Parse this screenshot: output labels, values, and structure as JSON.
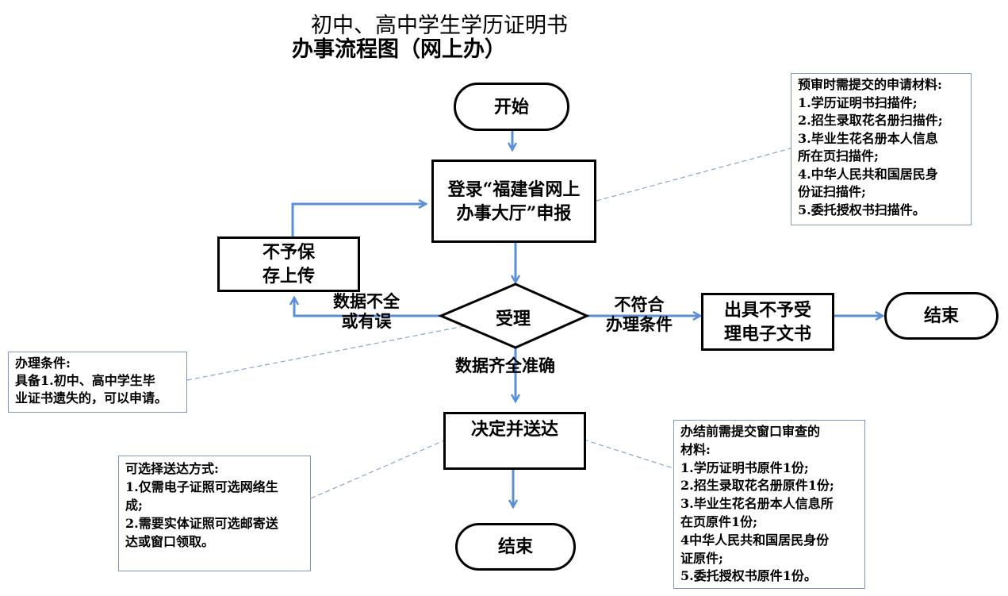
{
  "title": {
    "line1": "初中、高中学生学历证明书",
    "line2": "办事流程图（网上办）"
  },
  "nodes": {
    "start": "开始",
    "login": "登录“福建省网上办事大厅”申报",
    "reject_save": "不予保存上传",
    "accept": "受理",
    "issue_reject": "出具不予受理电子文书",
    "end_right": "结束",
    "decide": "决定并送达",
    "end_bottom": "结束"
  },
  "edge_labels": {
    "incomplete": "数据不全\n或有误",
    "not_qualified": "不符合\n办理条件",
    "complete": "数据齐全准确"
  },
  "notes": {
    "pre_review": {
      "lines": [
        "预审时需提交的申请材料:",
        "1.学历证明书扫描件;",
        "2.招生录取花名册扫描件;",
        "3.毕业生花名册本人信息",
        "所在页扫描件;",
        "4.中华人民共和国居民身",
        "份证扫描件;",
        "5.委托授权书扫描件。"
      ]
    },
    "conditions": {
      "lines": [
        "办理条件:",
        "具备1.初中、高中学生毕",
        "业证书遗失的，可以申请。"
      ]
    },
    "delivery": {
      "lines": [
        "可选择送达方式:",
        "1.仅需电子证照可选网络生",
        "成;",
        "2.需要实体证照可选邮寄送",
        "达或窗口领取。"
      ]
    },
    "window_review": {
      "lines": [
        "办结前需提交窗口审查的",
        "材料:",
        "1.学历证明书原件1份;",
        "2.招生录取花名册原件1份;",
        "3.毕业生花名册本人信息所",
        "在页原件1份;",
        "4中华人民共和国居民身份",
        "证原件;",
        "5.委托授权书原件1份。"
      ]
    }
  },
  "colors": {
    "arrow": "#5b8fd6",
    "dashed": "#8aa3c8",
    "note_border": "#7f97bd",
    "node_border": "#000000"
  }
}
